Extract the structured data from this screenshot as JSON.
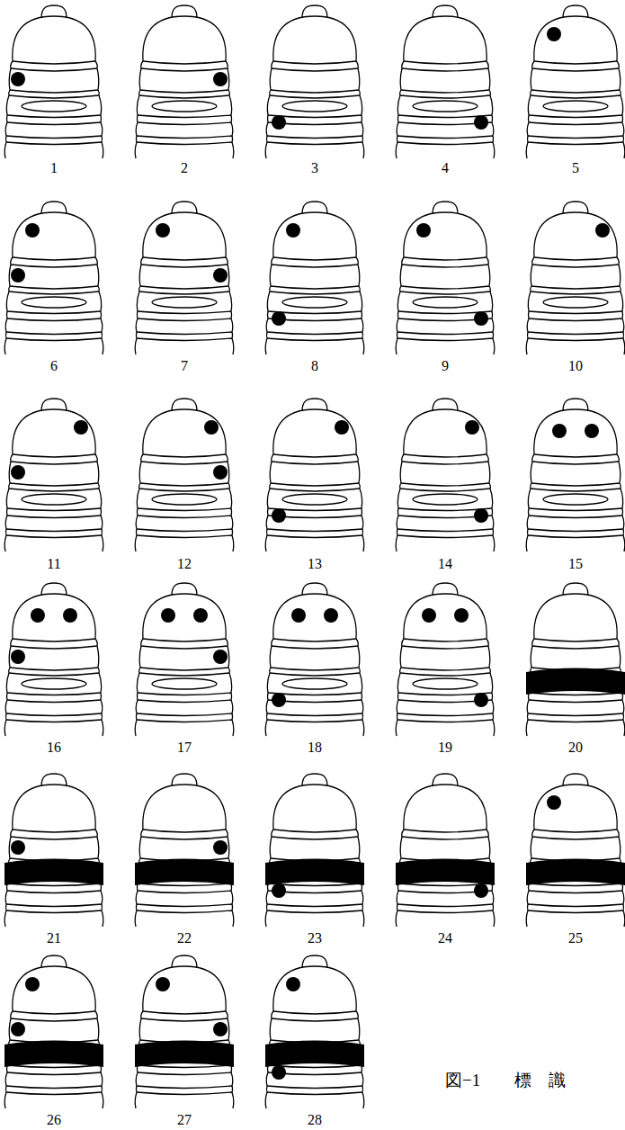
{
  "diagram": {
    "caption": "図−1　　標　識",
    "labels": [
      "1",
      "2",
      "3",
      "4",
      "5",
      "6",
      "7",
      "8",
      "9",
      "10",
      "11",
      "12",
      "13",
      "14",
      "15",
      "16",
      "17",
      "18",
      "19",
      "20",
      "21",
      "22",
      "23",
      "24",
      "25",
      "26",
      "27",
      "28"
    ]
  }
}
